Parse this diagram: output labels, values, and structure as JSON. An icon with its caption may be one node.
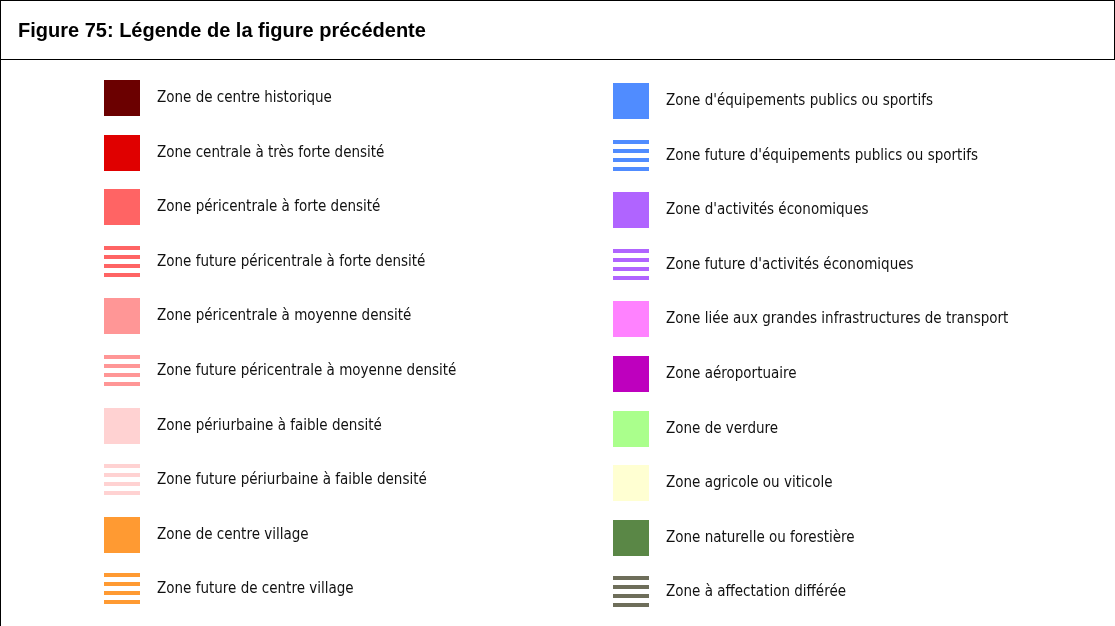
{
  "diagram": {
    "title": "Figure 75: Légende de la figure précédente",
    "legend": [
      {
        "text": "Zone de centre historique",
        "color": "#6b0000"
      },
      {
        "text": "Zone centrale à très forte densité",
        "color": "#e00000"
      },
      {
        "text": "Zone péricentrale à forte densité",
        "color": "#ff6464"
      },
      {
        "text": "Zone future péricentrale à forte densité",
        "color": "#ff6464"
      },
      {
        "text": "Zone péricentrale à moyenne densité",
        "color": "#ff9696"
      },
      {
        "text": "Zone future péricentrale à moyenne densité",
        "color": "#ff9696"
      },
      {
        "text": "Zone périurbaine à faible densité",
        "color": "#ffd2d2"
      },
      {
        "text": "Zone future périurbaine à faible densité",
        "color": "#ffd2d2"
      },
      {
        "text": "Zone de centre village",
        "color": "#ff9a32"
      },
      {
        "text": "Zone future de centre village",
        "color": "#ff9a32"
      },
      {
        "text": "Zone d'équipements publics ou sportifs",
        "color": "#508cff"
      },
      {
        "text": "Zone future d'équipements publics ou sportifs",
        "color": "#508cff"
      },
      {
        "text": "Zone d'activités économiques",
        "color": "#b064ff"
      },
      {
        "text": "Zone future d'activités économiques",
        "color": "#b064ff"
      },
      {
        "text": "Zone liée aux grandes infrastructures de transport",
        "color": "#ff82ff"
      },
      {
        "text": "Zone aéroportuaire",
        "color": "#be00be"
      },
      {
        "text": "Zone de verdure",
        "color": "#aaff8c"
      },
      {
        "text": "Zone agricole ou viticole",
        "color": "#ffffd2"
      },
      {
        "text": "Zone naturelle ou forestière",
        "color": "#5a8746"
      },
      {
        "text": "Zone à affectation différée",
        "color": "#6e6e5a"
      }
    ]
  }
}
